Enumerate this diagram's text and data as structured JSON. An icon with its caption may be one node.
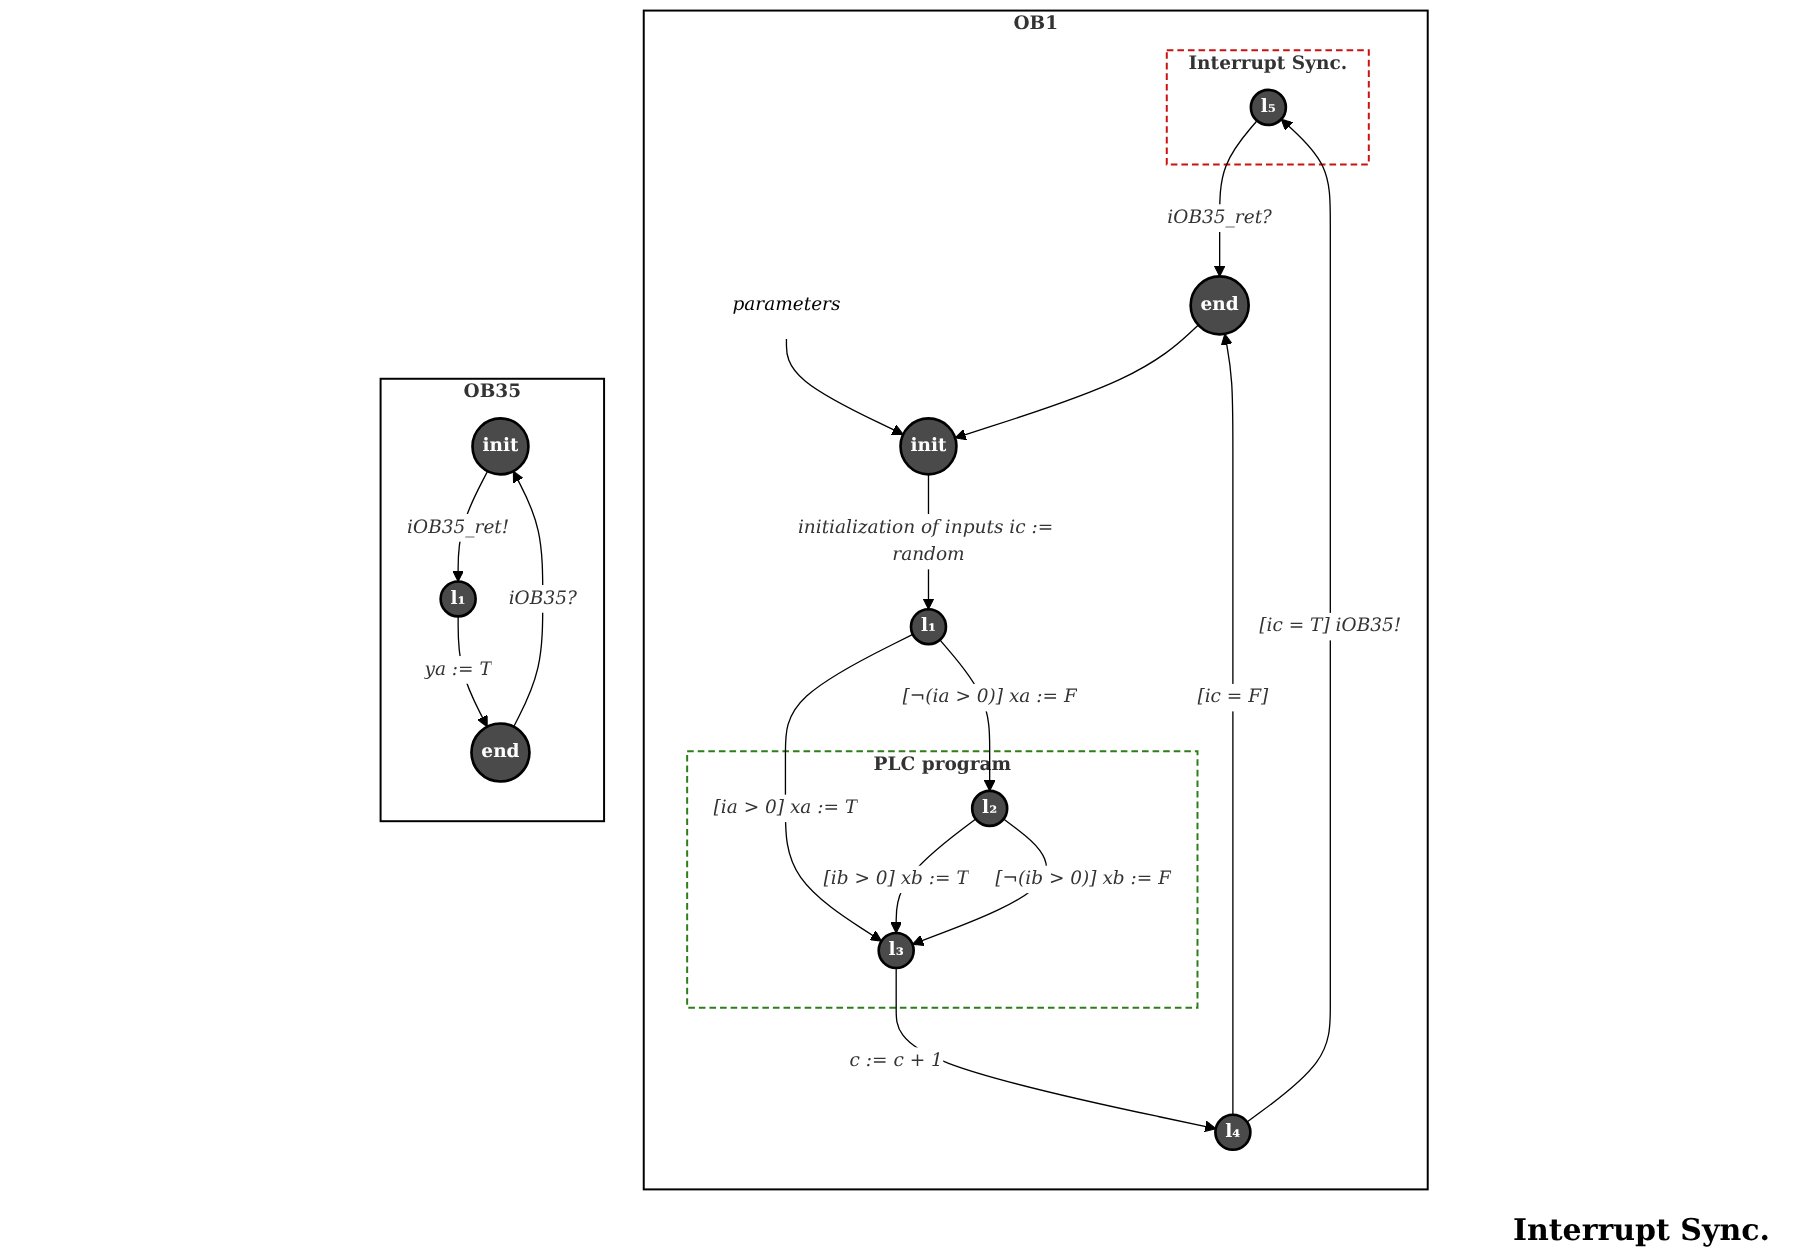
{
  "diagram": {
    "nodes": [
      {
        "text": [
          "OB1"
        ]
      },
      {
        "text": [
          "parameters"
        ],
        "in": 0
      },
      {
        "text": [
          "init"
        ],
        "in": 0
      },
      {
        "text": [
          "l₁"
        ],
        "in": 0
      },
      {
        "text": [
          "PLC program"
        ],
        "in": 0
      },
      {
        "text": [
          "l₂"
        ],
        "in": 4
      },
      {
        "text": [
          "l₃"
        ],
        "in": 4
      },
      {
        "text": [
          "l₄"
        ],
        "in": 0
      },
      {
        "text": [
          "Interrupt Sync."
        ],
        "in": 0
      },
      {
        "text": [
          "l₅"
        ],
        "in": 8
      },
      {
        "text": [
          "end"
        ],
        "in": 0
      },
      {
        "text": [
          "OB35"
        ]
      },
      {
        "text": [
          "init"
        ],
        "in": 11
      },
      {
        "text": [
          "l₁"
        ],
        "in": 11
      },
      {
        "text": [
          "end"
        ],
        "in": 11
      }
    ],
    "edges": [
      {
        "from": 1,
        "to": 2,
        "arrow": "to"
      },
      {
        "from": 2,
        "to": 3,
        "arrow": "to",
        "label": "initialization of inputs ic := random"
      },
      {
        "from": 3,
        "to": 6,
        "arrow": "to",
        "label": "[ia > 0] xa := T"
      },
      {
        "from": 3,
        "to": 5,
        "arrow": "to",
        "label": "[¬(ia > 0)] xa := F"
      },
      {
        "from": 5,
        "to": 6,
        "arrow": "to",
        "label": "[ib > 0] xb := T"
      },
      {
        "from": 5,
        "to": 6,
        "arrow": "to",
        "label": "[¬(ib > 0)] xb := F"
      },
      {
        "from": 6,
        "to": 7,
        "arrow": "to",
        "label": "c := c + 1"
      },
      {
        "from": 7,
        "to": 10,
        "arrow": "to",
        "label": "[ic = F]"
      },
      {
        "from": 7,
        "to": 9,
        "arrow": "to",
        "label": "[ic = T] iOB35!"
      },
      {
        "from": 9,
        "to": 10,
        "arrow": "to",
        "label": "iOB35_ret?"
      },
      {
        "from": 10,
        "to": 2,
        "arrow": "to"
      },
      {
        "from": 12,
        "to": 13,
        "arrow": "to",
        "label": "iOB35_ret!"
      },
      {
        "from": 13,
        "to": 14,
        "arrow": "to",
        "label": "ya := T"
      },
      {
        "from": 14,
        "to": 12,
        "arrow": "to",
        "label": "iOB35?"
      }
    ],
    "labels": [
      "Interrupt Sync."
    ]
  }
}
